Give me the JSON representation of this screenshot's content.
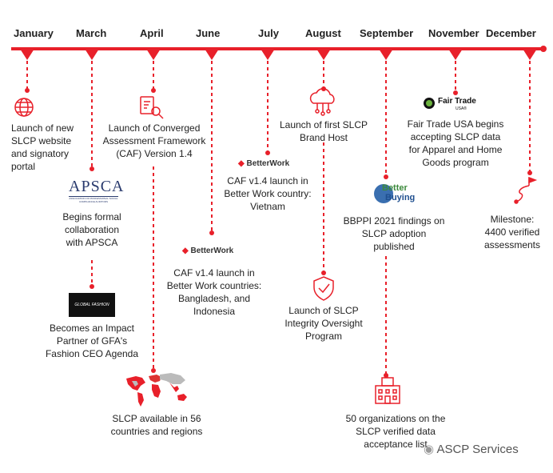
{
  "months": [
    "January",
    "March",
    "April",
    "June",
    "July",
    "August",
    "September",
    "November",
    "December"
  ],
  "events": {
    "jan": [
      "Launch of new",
      "SLCP website",
      "and signatory",
      "portal"
    ],
    "mar1": [
      "Begins formal",
      "collaboration",
      "with APSCA"
    ],
    "mar2": [
      "Becomes an Impact",
      "Partner of GFA's",
      "Fashion CEO Agenda"
    ],
    "apr1": [
      "Launch of Converged",
      "Assessment Framework",
      "(CAF) Version 1.4"
    ],
    "apr2": [
      "SLCP available in 56",
      "countries and regions"
    ],
    "jun": [
      "CAF v1.4 launch in",
      "Better Work countries:",
      "Bangladesh, and",
      "Indonesia"
    ],
    "jul": [
      "CAF v1.4 launch in",
      "Better Work country:",
      "Vietnam"
    ],
    "aug1": [
      "Launch of first SLCP",
      "Brand Host"
    ],
    "aug2": [
      "Launch of SLCP",
      "Integrity Oversight",
      "Program"
    ],
    "sep1": [
      "BBPPI 2021 findings on",
      "SLCP adoption",
      "published"
    ],
    "sep2": [
      "50 organizations on the",
      "SLCP verified data",
      "acceptance list"
    ],
    "nov": [
      "Fair Trade USA begins",
      "accepting SLCP data",
      "for Apparel and Home",
      "Goods program"
    ],
    "dec": [
      "Milestone:",
      "4400 verified",
      "assessments"
    ]
  },
  "logos": {
    "apsca": "APSCA",
    "apsca_sub": "ASSOCIATION OF PROFESSIONAL SOCIAL COMPLIANCE AUDITORS",
    "gfa": "GLOBAL FASHION AGENDA",
    "betterwork": "BetterWork",
    "better_buying_1": "Better",
    "better_buying_2": "Buying",
    "fairtrade": "Fair Trade",
    "fairtrade_sub": "USA®"
  },
  "watermark": "ASCP Services",
  "colors": {
    "accent": "#e8202a",
    "text": "#222222"
  }
}
